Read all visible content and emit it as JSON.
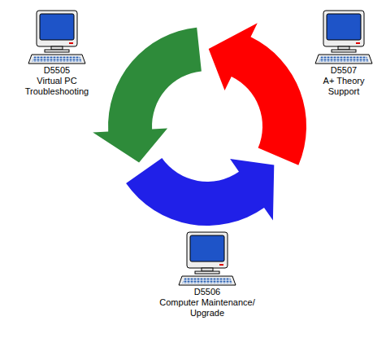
{
  "diagram": {
    "nodes": [
      {
        "text": [
          "D5505",
          "Virtual PC Troubleshooting"
        ]
      },
      {
        "text": [
          "D5507",
          "A+ Theory Support"
        ]
      },
      {
        "text": [
          "D5506",
          "Computer Maintenance/ Upgrade"
        ]
      }
    ],
    "edges": [
      {
        "from": 2,
        "to": 1,
        "arrow": "to"
      },
      {
        "from": 1,
        "to": 0,
        "arrow": "to"
      },
      {
        "from": 0,
        "to": 2,
        "arrow": "to"
      }
    ]
  }
}
